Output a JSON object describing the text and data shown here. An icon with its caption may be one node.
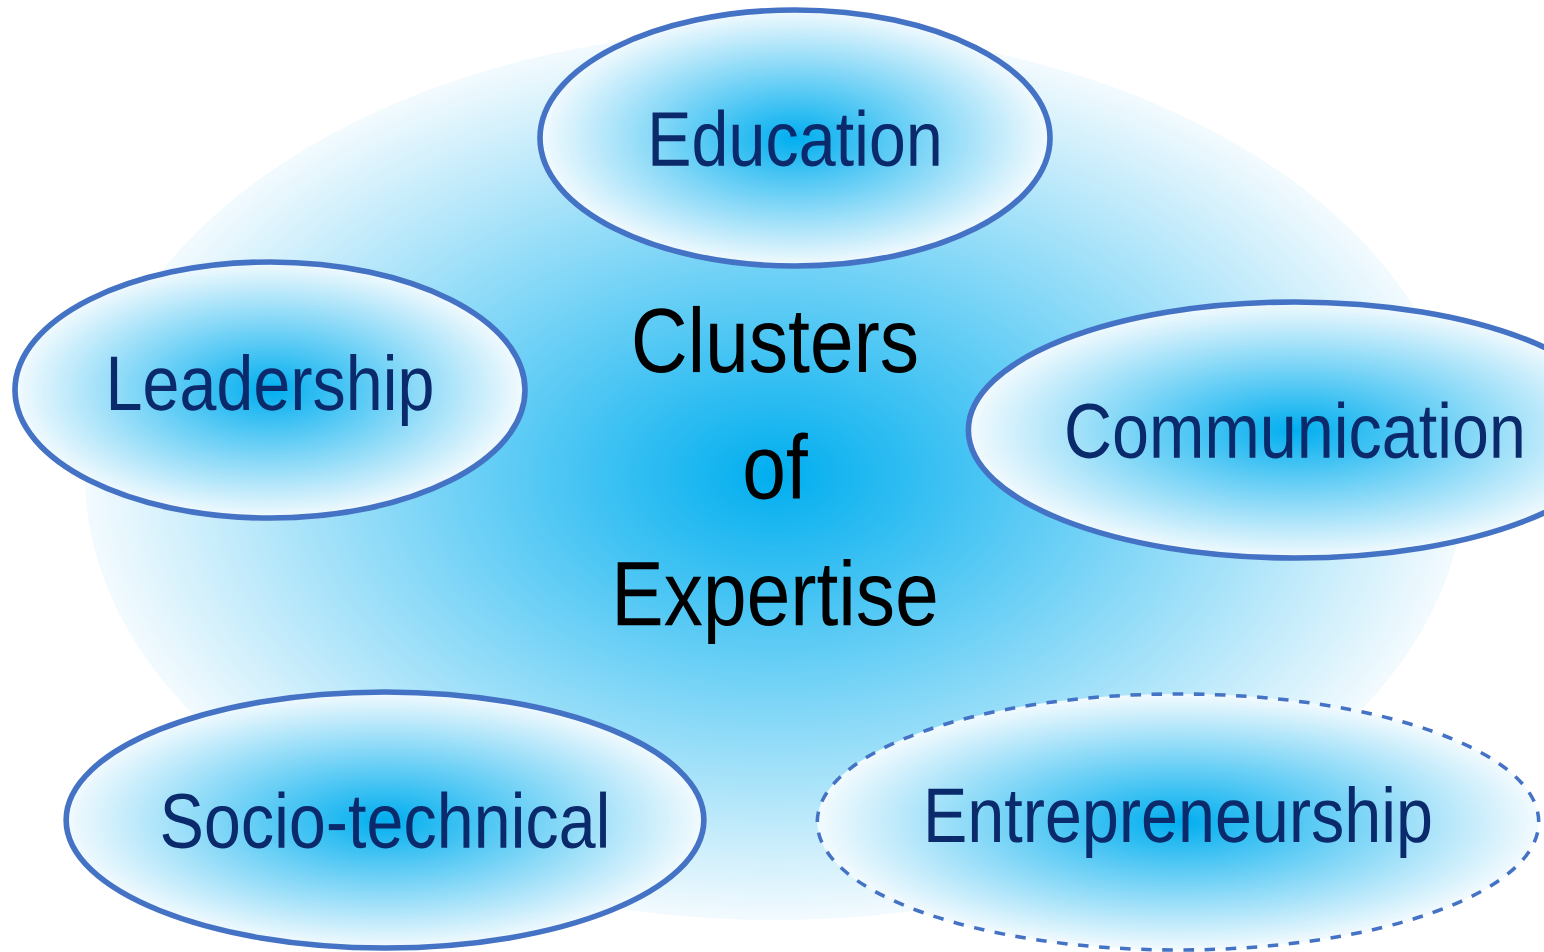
{
  "diagram": {
    "nodes": [
      {
        "text": [
          "Clusters of Expertise"
        ]
      },
      {
        "text": [
          "Education"
        ]
      },
      {
        "text": [
          "Leadership"
        ]
      },
      {
        "text": [
          "Communication"
        ]
      },
      {
        "text": [
          "Socio-technical"
        ]
      },
      {
        "text": [
          "Entrepreneurship"
        ]
      }
    ]
  }
}
